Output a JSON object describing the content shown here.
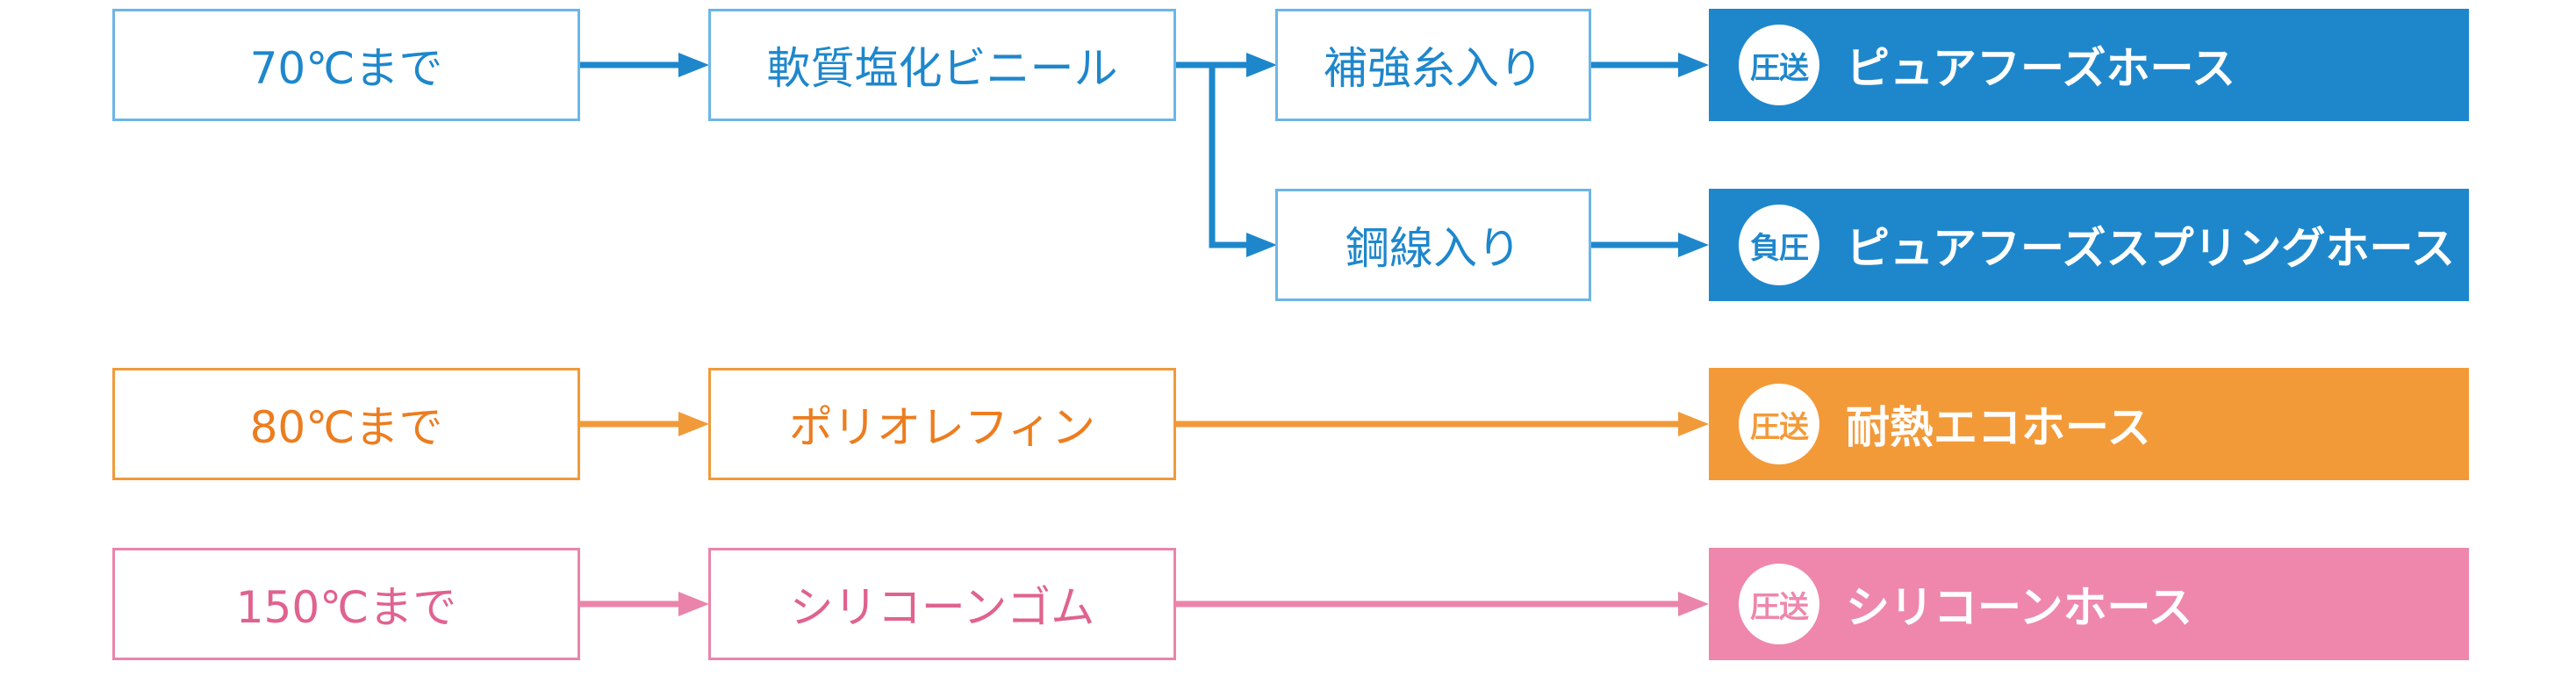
{
  "colors": {
    "blue_line": "#1e87cc",
    "blue_fill": "#1e87cc",
    "orange_line": "#f09a3a",
    "orange_fill": "#f39a38",
    "pink_line": "#ea84aa",
    "pink_fill": "#ee87ab"
  },
  "rows": [
    {
      "temperature": "70℃まで",
      "material": "軟質塩化ビニール",
      "branches": [
        {
          "reinforcement": "補強糸入り",
          "badge": "圧送",
          "product": "ピュアフーズホース"
        },
        {
          "reinforcement": "鋼線入り",
          "badge": "負圧",
          "product": "ピュアフーズスプリングホース"
        }
      ]
    },
    {
      "temperature": "80℃まで",
      "material": "ポリオレフィン",
      "badge": "圧送",
      "product": "耐熱エコホース"
    },
    {
      "temperature": "150℃まで",
      "material": "シリコーンゴム",
      "badge": "圧送",
      "product": "シリコーンホース"
    }
  ]
}
